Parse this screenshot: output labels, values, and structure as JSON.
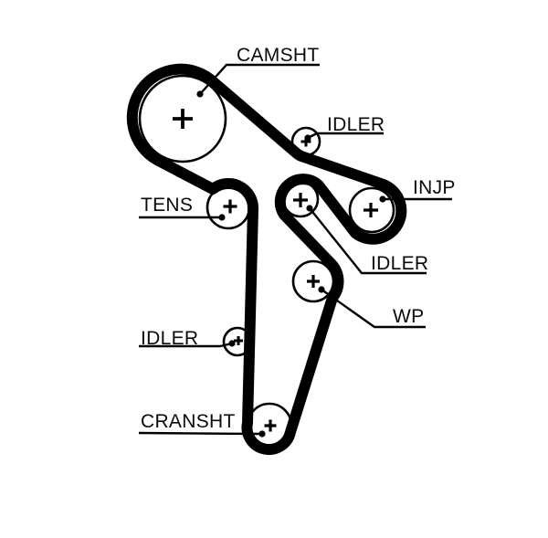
{
  "diagram": {
    "type": "timing-belt-routing",
    "background_color": "#ffffff",
    "line_color": "#000000",
    "pulleys": [
      {
        "id": "camshaft",
        "label": "CAMSHT"
      },
      {
        "id": "idler-top",
        "label": "IDLER"
      },
      {
        "id": "injection-pump",
        "label": "INJP"
      },
      {
        "id": "tensioner",
        "label": "TENS"
      },
      {
        "id": "idler-middle",
        "label": "IDLER"
      },
      {
        "id": "water-pump",
        "label": "WP"
      },
      {
        "id": "idler-lower",
        "label": "IDLER"
      },
      {
        "id": "crankshaft",
        "label": "CRANSHT"
      }
    ]
  }
}
